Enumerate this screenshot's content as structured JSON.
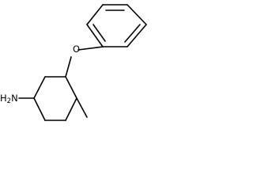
{
  "molecule": {
    "atoms": {
      "oxygen": "O",
      "amine": "NH2"
    },
    "atom_labels": {
      "amine_text": "H",
      "amine_subscript": "2",
      "amine_element": "N"
    },
    "colors": {
      "bond": "#000000",
      "label": "#000000",
      "background": "#ffffff"
    }
  }
}
